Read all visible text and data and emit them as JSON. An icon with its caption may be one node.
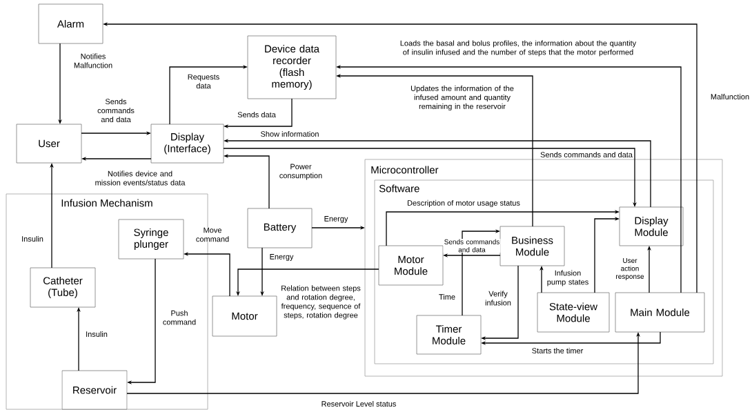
{
  "diagram": {
    "nodes": [
      {
        "text": [
          "Alarm"
        ]
      },
      {
        "text": [
          "Device data recorder (flash memory)"
        ]
      },
      {
        "text": [
          "User"
        ]
      },
      {
        "text": [
          "Display (Interface)"
        ]
      },
      {
        "text": [
          "Microcontroller"
        ]
      },
      {
        "text": [
          "Software"
        ],
        "in": 4
      },
      {
        "text": [
          "Infusion Mechanism"
        ]
      },
      {
        "text": [
          "Syringe plunger"
        ],
        "in": 6
      },
      {
        "text": [
          "Battery"
        ]
      },
      {
        "text": [
          "Display Module"
        ],
        "in": 5
      },
      {
        "text": [
          "Motor Module"
        ],
        "in": 5
      },
      {
        "text": [
          "Business Module"
        ],
        "in": 5
      },
      {
        "text": [
          "Catheter (Tube)"
        ],
        "in": 6
      },
      {
        "text": [
          "Motor"
        ]
      },
      {
        "text": [
          "Timer Module"
        ],
        "in": 5
      },
      {
        "text": [
          "State-view Module"
        ],
        "in": 5
      },
      {
        "text": [
          "Main Module"
        ],
        "in": 5
      },
      {
        "text": [
          "Reservoir"
        ],
        "in": 6
      }
    ],
    "edges": [
      {
        "from": 16,
        "to": 0,
        "arrow": "to",
        "label": "Malfunction"
      },
      {
        "from": 0,
        "to": 2,
        "arrow": "to",
        "label": "Notifies Malfunction"
      },
      {
        "from": 2,
        "to": 3,
        "arrow": "to",
        "label": "Sends commands and data"
      },
      {
        "from": 3,
        "to": 2,
        "arrow": "to",
        "label": "Notifies device and mission events/status data"
      },
      {
        "from": 3,
        "to": 1,
        "arrow": "to",
        "label": "Requests data"
      },
      {
        "from": 1,
        "to": 3,
        "arrow": "to",
        "label": "Sends data"
      },
      {
        "from": 16,
        "to": 1,
        "arrow": "to",
        "label": "Loads the basal and bolus profiles, the information about the quantity of insulin infused and the number of steps that the motor performed"
      },
      {
        "from": 11,
        "to": 1,
        "arrow": "to",
        "label": "Updates the information of the infused amount and quantity remaining in the reservoir"
      },
      {
        "from": 9,
        "to": 3,
        "arrow": "to",
        "label": "Show information"
      },
      {
        "from": 3,
        "to": 9,
        "arrow": "to",
        "label": "Sends commands and data"
      },
      {
        "from": 8,
        "to": 3,
        "arrow": "to",
        "label": "Power consumption"
      },
      {
        "from": 8,
        "to": 4,
        "arrow": "to",
        "label": "Energy"
      },
      {
        "from": 8,
        "to": 13,
        "arrow": "to",
        "label": "Energy"
      },
      {
        "from": 10,
        "to": 13,
        "arrow": "to",
        "label": "Relation between steps and rotation degree, frequency, sequence of steps, rotation degree"
      },
      {
        "from": 13,
        "to": 7,
        "arrow": "to",
        "label": "Move command"
      },
      {
        "from": 7,
        "to": 17,
        "arrow": "to",
        "label": "Push command"
      },
      {
        "from": 17,
        "to": 12,
        "arrow": "to",
        "label": "Insulin"
      },
      {
        "from": 12,
        "to": 2,
        "arrow": "to",
        "label": "Insulin"
      },
      {
        "from": 17,
        "to": 16,
        "arrow": "to",
        "label": "Reservoir Level status"
      },
      {
        "from": 10,
        "to": 9,
        "arrow": "to",
        "label": "Description of motor usage status"
      },
      {
        "from": 14,
        "to": 11,
        "arrow": "to",
        "label": "Time"
      },
      {
        "from": 11,
        "to": 10,
        "arrow": "to",
        "label": "Sends commands and data"
      },
      {
        "from": 11,
        "to": 14,
        "arrow": "to",
        "label": "Verify infusion"
      },
      {
        "from": 15,
        "to": 11,
        "arrow": "to",
        "label": "Infusion pump states"
      },
      {
        "from": 15,
        "to": 9,
        "arrow": "to"
      },
      {
        "from": 16,
        "to": 9,
        "arrow": "to",
        "label": "User action response"
      },
      {
        "from": 16,
        "to": 14,
        "arrow": "to",
        "label": "Starts the timer"
      }
    ]
  }
}
